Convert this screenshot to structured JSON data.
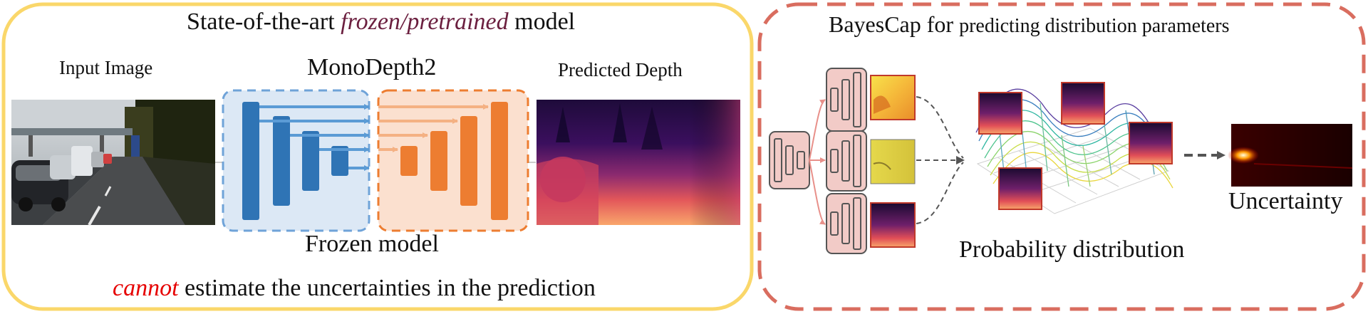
{
  "left_panel": {
    "title_before": "State-of-the-art ",
    "title_emphasis": "frozen/pretrained",
    "title_after": " model",
    "input_label": "Input Image",
    "model_label": "MonoDepth2",
    "output_label": "Predicted Depth",
    "frozen_label": "Frozen model",
    "footer_emphasis": "cannot",
    "footer_rest": " estimate the uncertainties in the prediction",
    "border_color": "#fad76a",
    "encoder_color": "#2f74b5",
    "decoder_color": "#ed7d31"
  },
  "right_panel": {
    "title_before": "BayesCap for ",
    "title_rest": "predicting distribution parameters",
    "distribution_label": "Probability distribution",
    "uncertainty_label": "Uncertainty",
    "border_color": "#d96d5f",
    "block_color": "#f2cbc7"
  }
}
